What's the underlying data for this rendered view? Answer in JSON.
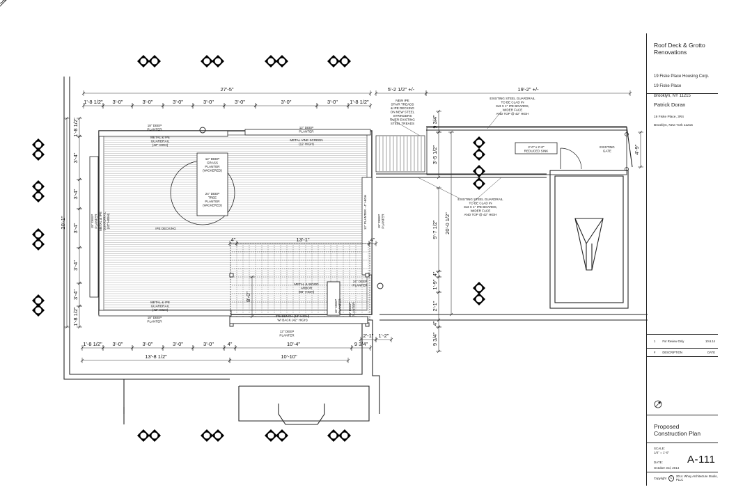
{
  "title_block": {
    "project_title": "Roof Deck & Grotto\nRenovations",
    "client": "19 Fiske Place Housing Corp.",
    "address_1": "19 Fiske Place",
    "address_2": "Brooklyn, NY  11215",
    "architect": "Patrick Doran",
    "architect_address_1": "19 Fiske Place, 3R4",
    "architect_address_2": "Brooklyn, New York  11215",
    "revisions": [
      {
        "no": "1",
        "description": "For Review Only",
        "date": "10.6.14"
      },
      {
        "no": "#",
        "description": "DESCRIPTION",
        "date": "DATE"
      }
    ],
    "sheet_title": "Proposed\nConstruction Plan",
    "scale_label": "SCALE:",
    "scale_value": "1/4\" = 1'-0\"",
    "date_label": "DATE:",
    "date_value": "October 3rd, 2014",
    "sheet_number": "A-111",
    "copyright": "2014. Whoy Architecture Studio, PLLC",
    "copyright_prefix": "Copyright",
    "north_arrow": "north-arrow-icon"
  },
  "dimensions": {
    "overall_top": "27'-5\"",
    "overall_mid": "5'-2 1/2\" +/-",
    "overall_right": "19'-2\" +/-",
    "top_segments": [
      "1'-8 1/2\"",
      "3'-0\"",
      "3'-0\"",
      "3'-0\"",
      "3'-0\"",
      "3'-0\"",
      "3'-0\"",
      "3'-0\"",
      "1'-8 1/2\""
    ],
    "left_segments": [
      "1'-8 1/2\"",
      "3'-4\"",
      "3'-4\"",
      "3'-4\"",
      "3'-4\"",
      "3'-4\"",
      "1'-8 1/2\""
    ],
    "left_overall": "20'-1\"",
    "bottom_segments": [
      "1'-8 1/2\"",
      "3'-0\"",
      "3'-0\"",
      "3'-0\"",
      "4\"",
      "10'-4\"",
      "9 3/4\""
    ],
    "bottom_overall_left": "13'-8 1/2\"",
    "bottom_overall_right": "10'-10\"",
    "pergola_width": "13'-1\"",
    "pergola_left": "4\"",
    "pergola_right": "4\"",
    "pergola_depth": "8'-0\"",
    "right_col_a": [
      "9 3/4\"",
      "3'-5 1/2\""
    ],
    "right_col_b": [
      "9'-7 1/2\"",
      "4\"",
      "1'-9\"",
      "2'-1\"",
      "4\"",
      "9 3/4\""
    ],
    "right_overall": "20'-0 1/2\"",
    "stair_a": "2'-1\"",
    "stair_b": "1'-2\"",
    "gate_dim": "4'-9\""
  },
  "notes": {
    "planter_top_left": "18\" DEEP\nPLANTER",
    "planter_top_right": "12\" DEEP\nPLANTER",
    "metal_planter_top": "METAL & IPE\nGUARDRAIL\n(42\" HIGH)",
    "metal_vine_screen": "METAL VINE SCREEN\n(12' HIGH)",
    "circle_planter_a": "12\" DEEP\nGRASS\nPLANTER\n(WICKERED)",
    "circle_planter_b": "24\" DEEP\nTREE\nPLANTER\n(WICKERED)",
    "ipe_decking": "IPE DECKING",
    "left_planter": "18\" DEEP\nPLANTER",
    "left_guard": "METAL & IPE\nGUARDRAIL\n(42\" HIGH)",
    "right_planter_label": "12\" PLANTER - 4\" HIGH",
    "right_deep_planter": "18\" DEEP\nPLANTER",
    "pergola": "METAL & WOOD\nARBOR\n(86\" HIGH)",
    "arbor_planter": "24\" DEEP\nPLANTER",
    "bench_planter": "16\" DEEP\nPLANTER",
    "bottom_planter": "18\" DEEP\nPLANTER",
    "bottom_guard": "METAL & IPE\nGUARDRAIL\n(42\" HIGH)",
    "bench_label": "IPE BENCH (18\" HIGH)\nW/ BACK (42\" HIGH)",
    "bench_planter_2": "12\" DEEP\nPLANTER",
    "corner_planter": "24\" DEEP\nPLANTER",
    "new_ipe_stair": "NEW IPE\nSTAIR TREADS\n& IPE DECKING\nON NEW STEEL\nSTRINGERS\nOVER EXISTING\nSTEEL TREADS",
    "existing_guard_top": "EXISTING STEEL GUARDRAIL\nTO BE CLAD IN\n3x3 X 1\" IPE BOARDS,\nWIDER FACE\nAND TOP @ 42\" HIGH",
    "existing_guard_mid": "EXISTING STEEL GUARDRAIL\nTO BE CLAD IN\n3x3 X 1\" IPE BOARDS,\nWIDER FACE\nAND TOP @ 42\" HIGH",
    "reduced_sink": "2'-0\" x 2'-0\"\nREDUCED SINK",
    "existing_gate": "EXISTING\nGATE"
  },
  "section_markers": [
    "section-marker-icon"
  ]
}
